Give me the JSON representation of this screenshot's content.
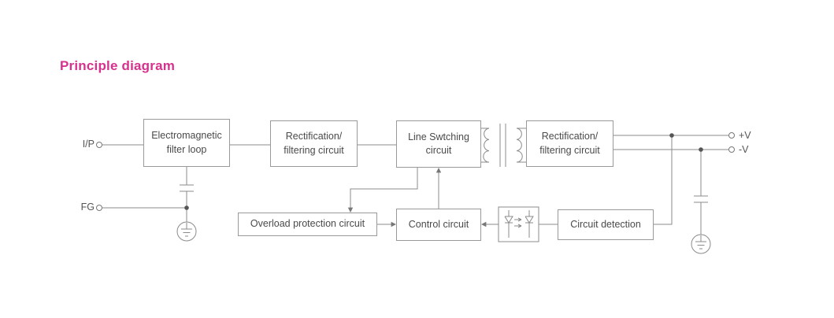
{
  "title": "Principle diagram",
  "terminals": {
    "input": "I/P",
    "fg": "FG",
    "positive": "+V",
    "negative": "-V"
  },
  "blocks": {
    "emi_filter": {
      "line1": "Electromagnetic",
      "line2": "filter loop"
    },
    "rectification_1": {
      "line1": "Rectification/",
      "line2": "filtering circuit"
    },
    "line_switching": {
      "line1": "Line Swtching",
      "line2": "circuit"
    },
    "rectification_2": {
      "line1": "Rectification/",
      "line2": "filtering circuit"
    },
    "overload_protection": {
      "label": "Overload protection circuit"
    },
    "control": {
      "label": "Control circuit"
    },
    "circuit_detection": {
      "label": "Circuit detection"
    }
  },
  "icons": [
    "transformer-icon",
    "optocoupler-icon",
    "capacitor-icon",
    "ground-icon",
    "terminal-circle",
    "junction-dot",
    "arrowhead"
  ],
  "colors": {
    "accent": "#d6318e",
    "wire": "#8b8b8b",
    "box_border": "#999999",
    "text": "#4a4a4a"
  }
}
